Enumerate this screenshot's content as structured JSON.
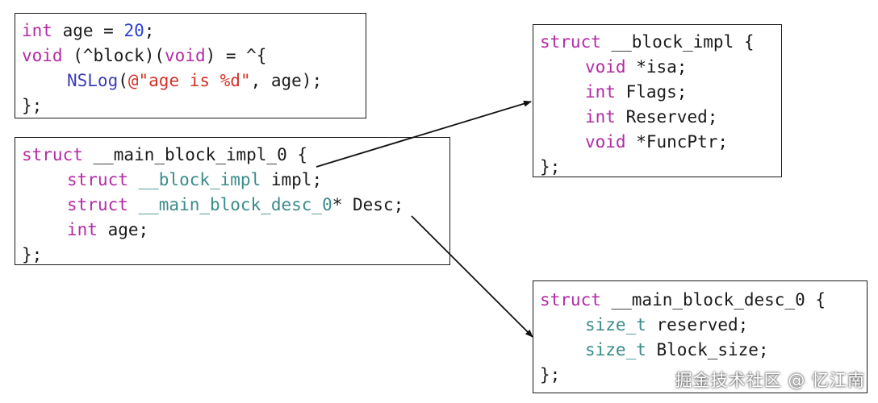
{
  "boxes": {
    "source": {
      "l1": {
        "kw": "int",
        "name": " age = ",
        "num": "20",
        "end": ";"
      },
      "l2": {
        "kw1": "void",
        "mid": " (^block)(",
        "kw2": "void",
        "end": ") = ^{"
      },
      "l3": {
        "fn": "NSLog",
        "open": "(",
        "str": "@\"age is %d\"",
        "end": ", age);"
      },
      "l4": "};"
    },
    "main_impl": {
      "l1": {
        "kw": "struct",
        "name": " __main_block_impl_0 {"
      },
      "l2": {
        "kw": "struct",
        "ty": " __block_impl",
        "end": " impl;"
      },
      "l3": {
        "kw": "struct",
        "ty": " __main_block_desc_0",
        "end": "* Desc;"
      },
      "l4": {
        "kw": "int",
        "end": " age;"
      },
      "l5": "};"
    },
    "block_impl": {
      "l1": {
        "kw": "struct",
        "name": " __block_impl {"
      },
      "l2": {
        "kw": "void",
        "end": " *isa;"
      },
      "l3": {
        "kw": "int",
        "end": " Flags;"
      },
      "l4": {
        "kw": "int",
        "end": " Reserved;"
      },
      "l5": {
        "kw": "void",
        "end": " *FuncPtr;"
      },
      "l6": "};"
    },
    "desc": {
      "l1": {
        "kw": "struct",
        "name": " __main_block_desc_0 {"
      },
      "l2": {
        "ty": "size_t",
        "end": " reserved;"
      },
      "l3": {
        "ty": "size_t",
        "end": " Block_size;"
      },
      "l4": "};"
    }
  },
  "watermark": "掘金技术社区 @ 忆江南",
  "colors": {
    "keyword": "#b52aa6",
    "type": "#3a8b8b",
    "function": "#3d3cb8",
    "string": "#d3322a",
    "number": "#2b3fd6",
    "text": "#1a1a1a"
  }
}
